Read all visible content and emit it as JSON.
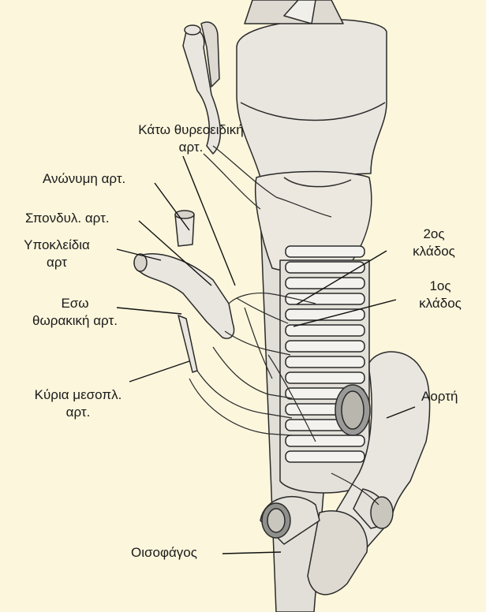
{
  "colors": {
    "background": "#fbf6dc",
    "outline": "#2a2a2a",
    "tissue": "#e9e6e0",
    "shadow": "#b9b5ad"
  },
  "labels": {
    "inferior_thyroid": [
      "Κάτω θυρεοειδική",
      "αρτ."
    ],
    "brachiocephalic": "Ανώνυμη αρτ.",
    "vertebral": "Σπονδυλ. αρτ.",
    "subclavian": [
      "Υποκλείδια",
      "αρτ"
    ],
    "internal_thoracic": [
      "Εσω",
      "θωρακική αρτ."
    ],
    "supreme_intercostal": [
      "Κύρια μεσοπλ.",
      "αρτ."
    ],
    "second_branch": [
      "2ος",
      "κλάδος"
    ],
    "first_branch": [
      "1ος",
      "κλάδος"
    ],
    "aorta": "Αορτή",
    "esophagus": "Οισοφάγος"
  }
}
